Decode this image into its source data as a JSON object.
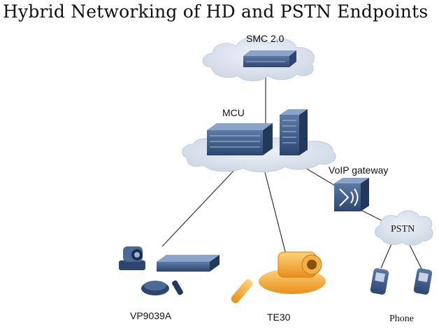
{
  "title": "Hybrid Networking of HD and PSTN Endpoints",
  "nodes": {
    "smc": {
      "label": "SMC 2.0",
      "icon": "server-icon"
    },
    "mcu": {
      "label": "MCU",
      "icon": "mcu-chassis-icon"
    },
    "voip_gateway": {
      "label": "VoIP gateway",
      "icon": "gateway-icon"
    },
    "pstn": {
      "label": "PSTN",
      "icon": "cloud-icon"
    },
    "vp9039a": {
      "label": "VP9039A",
      "icon": "video-endpoint-icon"
    },
    "te30": {
      "label": "TE30",
      "icon": "camera-endpoint-icon"
    },
    "phone": {
      "label": "Phone",
      "icon": "phone-icon"
    }
  },
  "colors": {
    "cloud": "#d9e1ec",
    "device_blue": "#3a5a84",
    "device_dark": "#223a5c",
    "te30_orange": "#f2a21b"
  }
}
